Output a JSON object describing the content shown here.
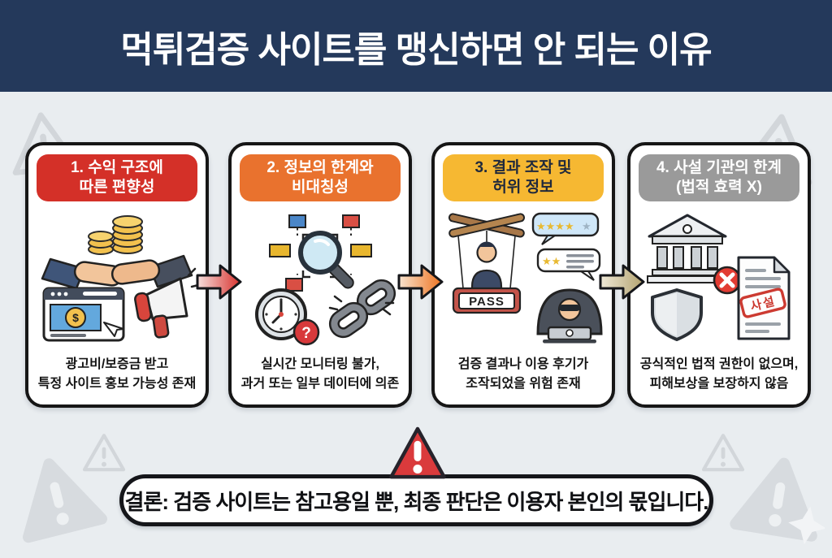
{
  "header": {
    "title": "먹튀검증 사이트를 맹신하면 안 되는 이유"
  },
  "cards": [
    {
      "title_line1": "1. 수익 구조에",
      "title_line2": "따른 편향성",
      "header_color": "#d43028",
      "caption_line1": "광고비/보증금 받고",
      "caption_line2": "특정 사이트 홍보 가능성 존재",
      "ad_symbol": "$",
      "icons": [
        "coins-icon",
        "handshake-icon",
        "ad-browser-icon",
        "megaphone-icon"
      ]
    },
    {
      "title_line1": "2. 정보의 한계와",
      "title_line2": "비대칭성",
      "header_color": "#e9722e",
      "caption_line1": "실시간 모니터링 불가,",
      "caption_line2": "과거 또는 일부 데이터에 의존",
      "badge_symbol": "?",
      "icons": [
        "data-search-icon",
        "clock-question-icon",
        "broken-link-icon"
      ]
    },
    {
      "title_line1": "3. 결과 조작 및",
      "title_line2": "허위 정보",
      "header_color": "#f6b832",
      "caption_line1": "검증 결과나 이용 후기가",
      "caption_line2": "조작되었을 위험 존재",
      "sign_label": "PASS",
      "bubble1_stars": "★★★★",
      "bubble1_star_gray": "★",
      "bubble2_stars": "★★",
      "icons": [
        "puppet-icon",
        "review-stars-icon",
        "hacker-icon"
      ]
    },
    {
      "title_line1": "4. 사설 기관의 한계",
      "title_line2": "(법적 효력 X)",
      "header_color": "#9a9a9a",
      "caption_line1": "공식적인 법적 권한이 없으며,",
      "caption_line2": "피해보상을 보장하지 않음",
      "stamp_label": "사설",
      "icons": [
        "bank-x-icon",
        "shield-icon",
        "private-stamp-document-icon"
      ]
    }
  ],
  "conclusion": {
    "text": "결론: 검증 사이트는 참고용일 뿐, 최종 판단은 이용자 본인의 몫입니다."
  },
  "colors": {
    "header_bg": "#24395b",
    "page_bg": "#e9edf0",
    "card_border": "#161616",
    "arrow1": "#d8322e",
    "arrow2": "#ed7320",
    "arrow3": "#b3a36f",
    "alert_red": "#da3a3c",
    "watermark_gray": "#d5d9dc"
  }
}
